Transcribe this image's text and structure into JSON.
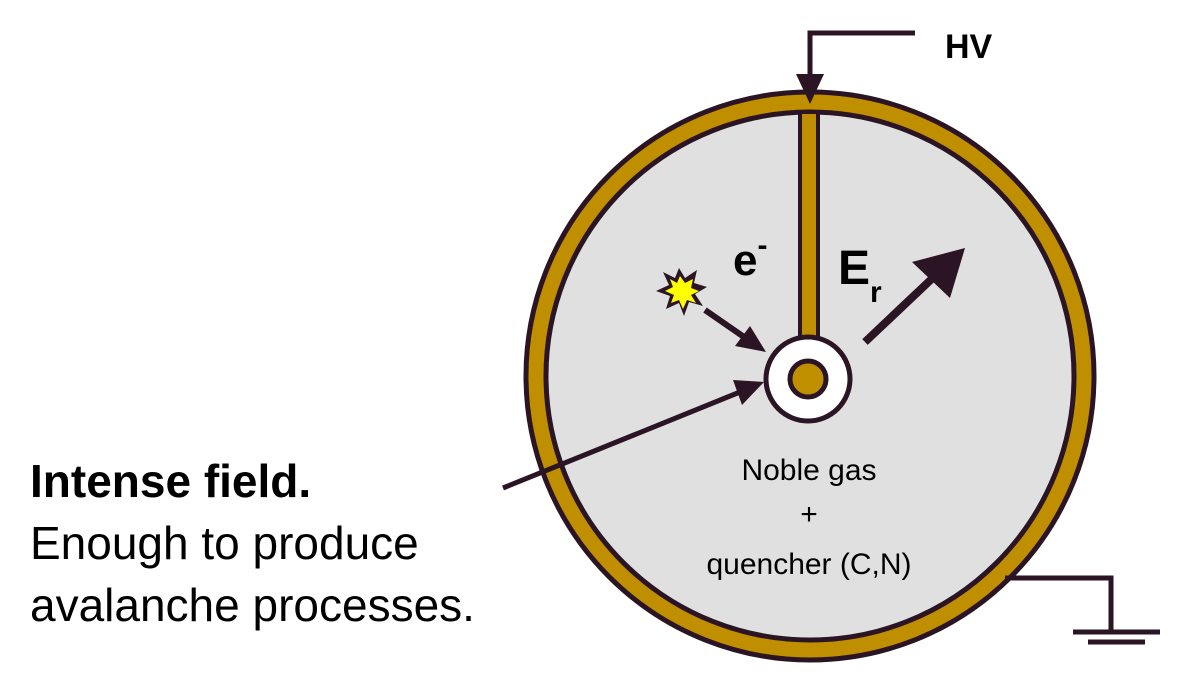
{
  "labels": {
    "hv": "HV",
    "electron": "e",
    "electron_charge": "-",
    "field": "E",
    "field_sub": "r",
    "gas_line1": "Noble gas",
    "gas_line2": "+",
    "gas_line3": "quencher (C,N)"
  },
  "annotation": {
    "title": "Intense field.",
    "line1": "Enough to produce",
    "line2": "avalanche processes."
  },
  "colors": {
    "tube_wall": "#bf8f00",
    "gas_fill": "#e0e0e0",
    "outline": "#2b1525",
    "ionization_star": "#ffff00"
  }
}
